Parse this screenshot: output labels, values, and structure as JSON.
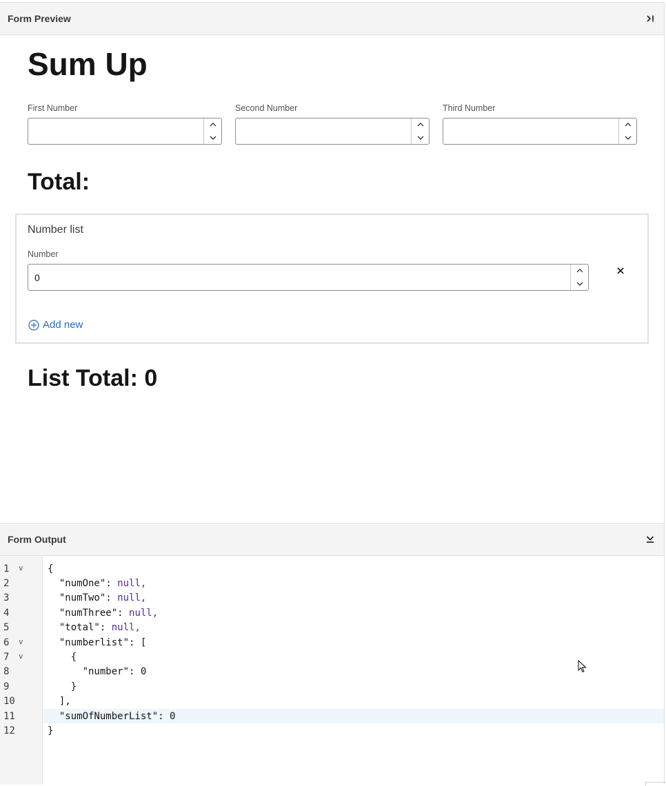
{
  "preview": {
    "title": "Form Preview",
    "collapse_icon": "collapse-right-icon"
  },
  "form": {
    "title": "Sum Up",
    "fields": [
      {
        "label": "First Number",
        "value": ""
      },
      {
        "label": "Second Number",
        "value": ""
      },
      {
        "label": "Third Number",
        "value": ""
      }
    ],
    "total_label": "Total:",
    "group": {
      "title": "Number list",
      "item_label": "Number",
      "item_value": "0",
      "add_label": "Add new"
    },
    "list_total": "List Total: 0"
  },
  "output": {
    "title": "Form Output",
    "collapse_icon": "collapse-down-icon",
    "line_numbers": [
      "1",
      "2",
      "3",
      "4",
      "5",
      "6",
      "7",
      "8",
      "9",
      "10",
      "11",
      "12"
    ],
    "lines": [
      {
        "key": "{",
        "val": ""
      },
      {
        "key": "  \"numOne\": ",
        "val": "null,"
      },
      {
        "key": "  \"numTwo\": ",
        "val": "null,"
      },
      {
        "key": "  \"numThree\": ",
        "val": "null,"
      },
      {
        "key": "  \"total\": ",
        "val": "null,"
      },
      {
        "key": "  \"numberlist\": [",
        "val": ""
      },
      {
        "key": "    {",
        "val": ""
      },
      {
        "key": "      \"number\": 0",
        "val": ""
      },
      {
        "key": "    }",
        "val": ""
      },
      {
        "key": "  ],",
        "val": ""
      },
      {
        "key": "  \"sumOfNumberList\": 0",
        "val": ""
      },
      {
        "key": "}",
        "val": ""
      }
    ]
  }
}
